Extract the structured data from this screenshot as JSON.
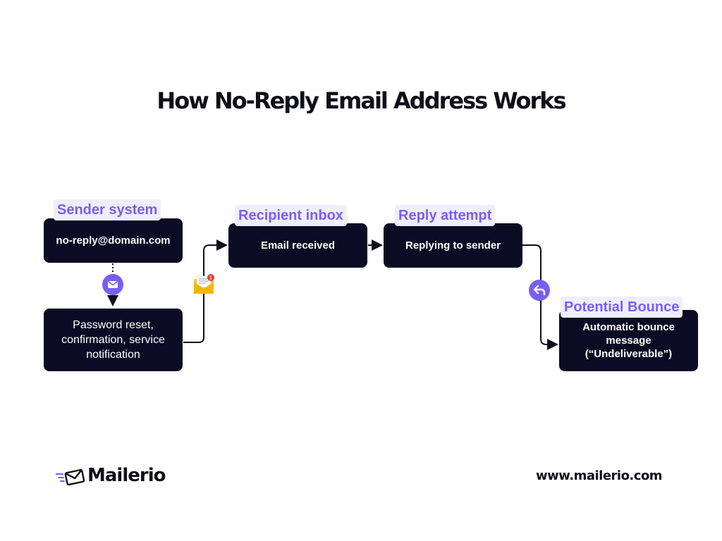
{
  "title": "How No-Reply Email Address Works",
  "nodes": {
    "sender": {
      "label": "Sender system",
      "text": "no-reply@domain.com"
    },
    "content": {
      "text": "Password reset, confirmation, service notification"
    },
    "recipient": {
      "label": "Recipient inbox",
      "text": "Email received"
    },
    "reply": {
      "label": "Reply attempt",
      "text": "Replying to sender"
    },
    "bounce": {
      "label": "Potential Bounce",
      "text": "Automatic bounce message (“Undeliverable”)"
    }
  },
  "icons": {
    "send": "mail-icon",
    "inbox": "envelope-notification-icon",
    "bounce": "reply-arrow-icon",
    "logo": "mailerio-logo-icon"
  },
  "notification_count": "1",
  "footer": {
    "brand": "Mailerio",
    "url": "www.mailerio.com"
  },
  "colors": {
    "box": "#0b0b24",
    "accent": "#7a5ef0",
    "label_bg": "#eeeeff"
  }
}
